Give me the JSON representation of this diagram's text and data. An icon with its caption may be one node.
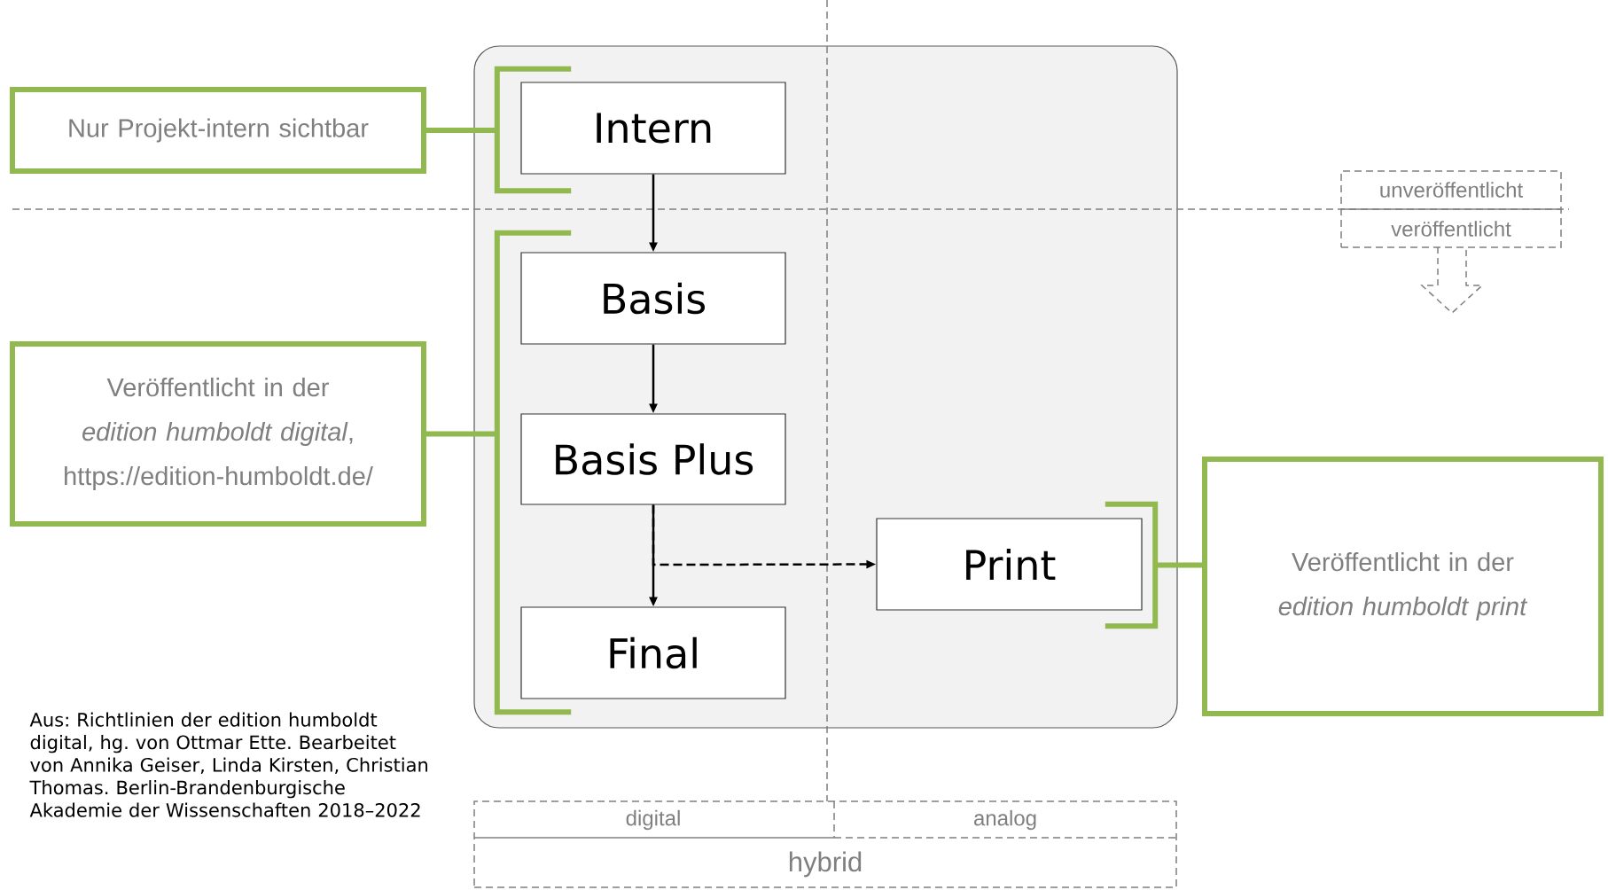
{
  "diagram": {
    "caption": "Aus: Richtlinien der edition humboldt digital, hg. von Ottmar Ette. Bearbeitet von Annika Geiser, Linda Kirsten, Christian Thomas. Berlin-Brandenburgische Akademie der Wissenschaften 2018–2022",
    "nodes": [
      {
        "text": [
          "Nur Projekt-intern sichtbar"
        ]
      },
      {
        "text": [],
        "shape": "box"
      },
      {
        "text": [],
        "shape": "bracket",
        "in": 1
      },
      {
        "text": [
          "Intern"
        ],
        "in": 1
      },
      {
        "text": [
          "unveröffentlicht",
          "veröffentlicht"
        ]
      },
      {
        "text": [
          "Veröffentlicht in der *edition humboldt digital*, https://edition-humboldt.de/"
        ]
      },
      {
        "text": [],
        "shape": "bracket",
        "in": 1
      },
      {
        "text": [
          "Basis"
        ],
        "in": 1
      },
      {
        "text": [
          "Basis Plus"
        ],
        "in": 1
      },
      {
        "text": [
          "Print"
        ],
        "in": 1
      },
      {
        "text": [],
        "shape": "bracket",
        "in": 1
      },
      {
        "text": [
          "Veröffentlicht in der *edition humboldt print*"
        ]
      },
      {
        "text": [
          "Final"
        ],
        "in": 1
      },
      {
        "text": [
          "digital",
          "analog",
          "hybrid"
        ]
      }
    ],
    "edges": [
      {
        "from": 3,
        "to": 7,
        "arrow": "to"
      },
      {
        "from": 7,
        "to": 8,
        "arrow": "to"
      },
      {
        "from": 8,
        "to": 12,
        "arrow": "to"
      },
      {
        "from": 8,
        "to": 9,
        "arrow": "to",
        "style": "dashed"
      },
      {
        "from": 0,
        "to": 2,
        "arrow": "none",
        "style": "thick",
        "color": "#92b94f"
      },
      {
        "from": 5,
        "to": 6,
        "arrow": "none",
        "style": "thick",
        "color": "#92b94f"
      },
      {
        "from": 11,
        "to": 10,
        "arrow": "none",
        "style": "thick",
        "color": "#92b94f"
      }
    ]
  }
}
